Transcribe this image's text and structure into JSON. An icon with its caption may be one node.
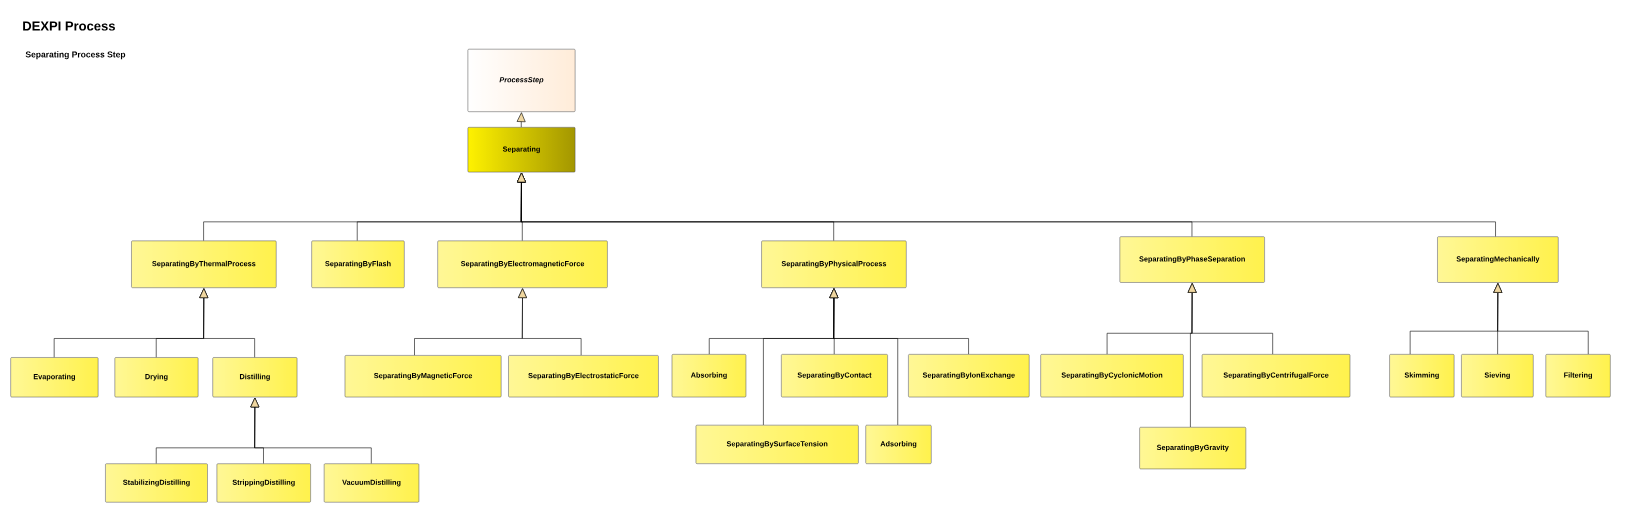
{
  "diagram": {
    "title": "DEXPI Process",
    "nodes": [
      {
        "text": [
          "ProcessStep"
        ]
      },
      {
        "text": [
          "Separating"
        ]
      },
      {
        "text": [
          "SeparatingByThermalProcess"
        ]
      },
      {
        "text": [
          "SeparatingByFlash"
        ]
      },
      {
        "text": [
          "SeparatingByElectromagneticForce"
        ]
      },
      {
        "text": [
          "SeparatingByPhysicalProcess"
        ]
      },
      {
        "text": [
          "SeparatingByPhaseSeparation"
        ]
      },
      {
        "text": [
          "SeparatingMechanically"
        ]
      },
      {
        "text": [
          "Evaporating"
        ]
      },
      {
        "text": [
          "Drying"
        ]
      },
      {
        "text": [
          "Distilling"
        ]
      },
      {
        "text": [
          "StabilizingDistilling"
        ]
      },
      {
        "text": [
          "StrippingDistilling"
        ]
      },
      {
        "text": [
          "VacuumDistilling"
        ]
      },
      {
        "text": [
          "SeparatingByMagneticForce"
        ]
      },
      {
        "text": [
          "SeparatingByElectrostaticForce"
        ]
      },
      {
        "text": [
          "Absorbing"
        ]
      },
      {
        "text": [
          "SeparatingBySurfaceTension"
        ]
      },
      {
        "text": [
          "SeparatingByContact"
        ]
      },
      {
        "text": [
          "Adsorbing"
        ]
      },
      {
        "text": [
          "SeparatingByIonExchange"
        ]
      },
      {
        "text": [
          "SeparatingByCyclonicMotion"
        ]
      },
      {
        "text": [
          "SeparatingByGravity"
        ]
      },
      {
        "text": [
          "SeparatingByCentrifugalForce"
        ]
      },
      {
        "text": [
          "Skimming"
        ]
      },
      {
        "text": [
          "Sieving"
        ]
      },
      {
        "text": [
          "Filtering"
        ]
      }
    ],
    "edges": [
      {
        "from": 1,
        "to": 0,
        "arrow": "to"
      },
      {
        "from": 2,
        "to": 1,
        "arrow": "to"
      },
      {
        "from": 3,
        "to": 1,
        "arrow": "to"
      },
      {
        "from": 4,
        "to": 1,
        "arrow": "to"
      },
      {
        "from": 5,
        "to": 1,
        "arrow": "to"
      },
      {
        "from": 6,
        "to": 1,
        "arrow": "to"
      },
      {
        "from": 7,
        "to": 1,
        "arrow": "to"
      },
      {
        "from": 8,
        "to": 2,
        "arrow": "to"
      },
      {
        "from": 9,
        "to": 2,
        "arrow": "to"
      },
      {
        "from": 10,
        "to": 2,
        "arrow": "to"
      },
      {
        "from": 11,
        "to": 10,
        "arrow": "to"
      },
      {
        "from": 12,
        "to": 10,
        "arrow": "to"
      },
      {
        "from": 13,
        "to": 10,
        "arrow": "to"
      },
      {
        "from": 14,
        "to": 4,
        "arrow": "to"
      },
      {
        "from": 15,
        "to": 4,
        "arrow": "to"
      },
      {
        "from": 16,
        "to": 5,
        "arrow": "to"
      },
      {
        "from": 17,
        "to": 5,
        "arrow": "to"
      },
      {
        "from": 18,
        "to": 5,
        "arrow": "to"
      },
      {
        "from": 19,
        "to": 5,
        "arrow": "to"
      },
      {
        "from": 20,
        "to": 5,
        "arrow": "to"
      },
      {
        "from": 21,
        "to": 6,
        "arrow": "to"
      },
      {
        "from": 22,
        "to": 6,
        "arrow": "to"
      },
      {
        "from": 23,
        "to": 6,
        "arrow": "to"
      },
      {
        "from": 24,
        "to": 7,
        "arrow": "to"
      },
      {
        "from": 25,
        "to": 7,
        "arrow": "to"
      },
      {
        "from": 26,
        "to": 7,
        "arrow": "to"
      }
    ],
    "labels": [
      "Separating Process Step"
    ]
  }
}
